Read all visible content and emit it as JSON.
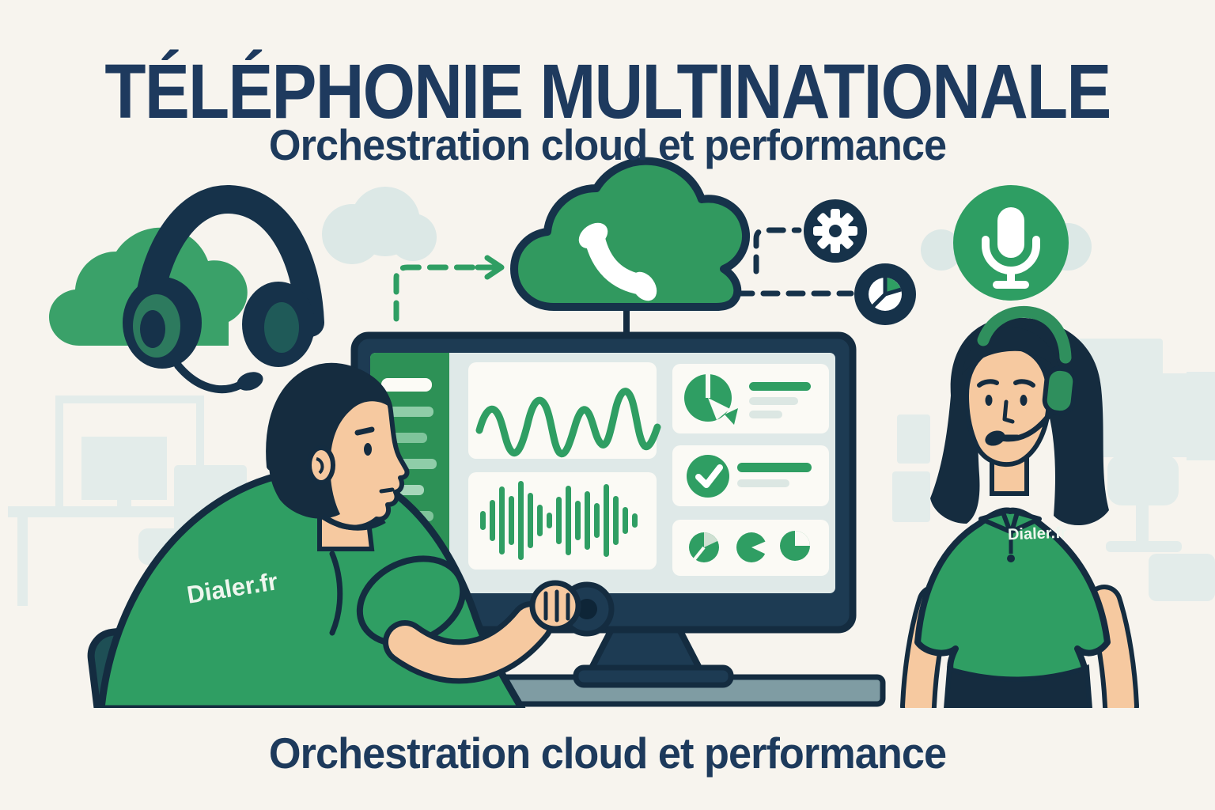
{
  "header": {
    "title": "TÉLÉPHONIE MULTINATIONALE",
    "subtitle": "Orchestration cloud et performance"
  },
  "footer": {
    "caption": "Orchestration cloud et performance"
  },
  "branding": {
    "company": "Dialer.fr",
    "man_shirt_label": "Dialer.fr",
    "woman_shirt_label": "Dialer.fr"
  },
  "illustration": {
    "icons": [
      "headset-icon",
      "cloud-icon",
      "cloud-phone-icon",
      "dashed-arrow-icon",
      "gear-icon",
      "pie-chart-icon",
      "microphone-icon",
      "check-icon"
    ],
    "dashboard_panels": [
      "sidebar-menu",
      "line-wave-chart",
      "audio-waveform",
      "pie-stat-card",
      "check-stat-card",
      "mini-pies-card"
    ],
    "figures": [
      "male-agent-seated",
      "female-agent-standing"
    ]
  },
  "colors": {
    "background": "#f7f4ee",
    "primary_green": "#2f9e63",
    "sidebar_green": "#2d9156",
    "dark_navy": "#16324a",
    "title_navy": "#1e3a5e",
    "screen_bg": "#dfe9e8",
    "card_bg": "#fbfaf5",
    "desk": "#7f9ca3",
    "chair_teal": "#1e4f55",
    "skin": "#f6c9a0",
    "pale_silhouette": "#e3ecea"
  }
}
